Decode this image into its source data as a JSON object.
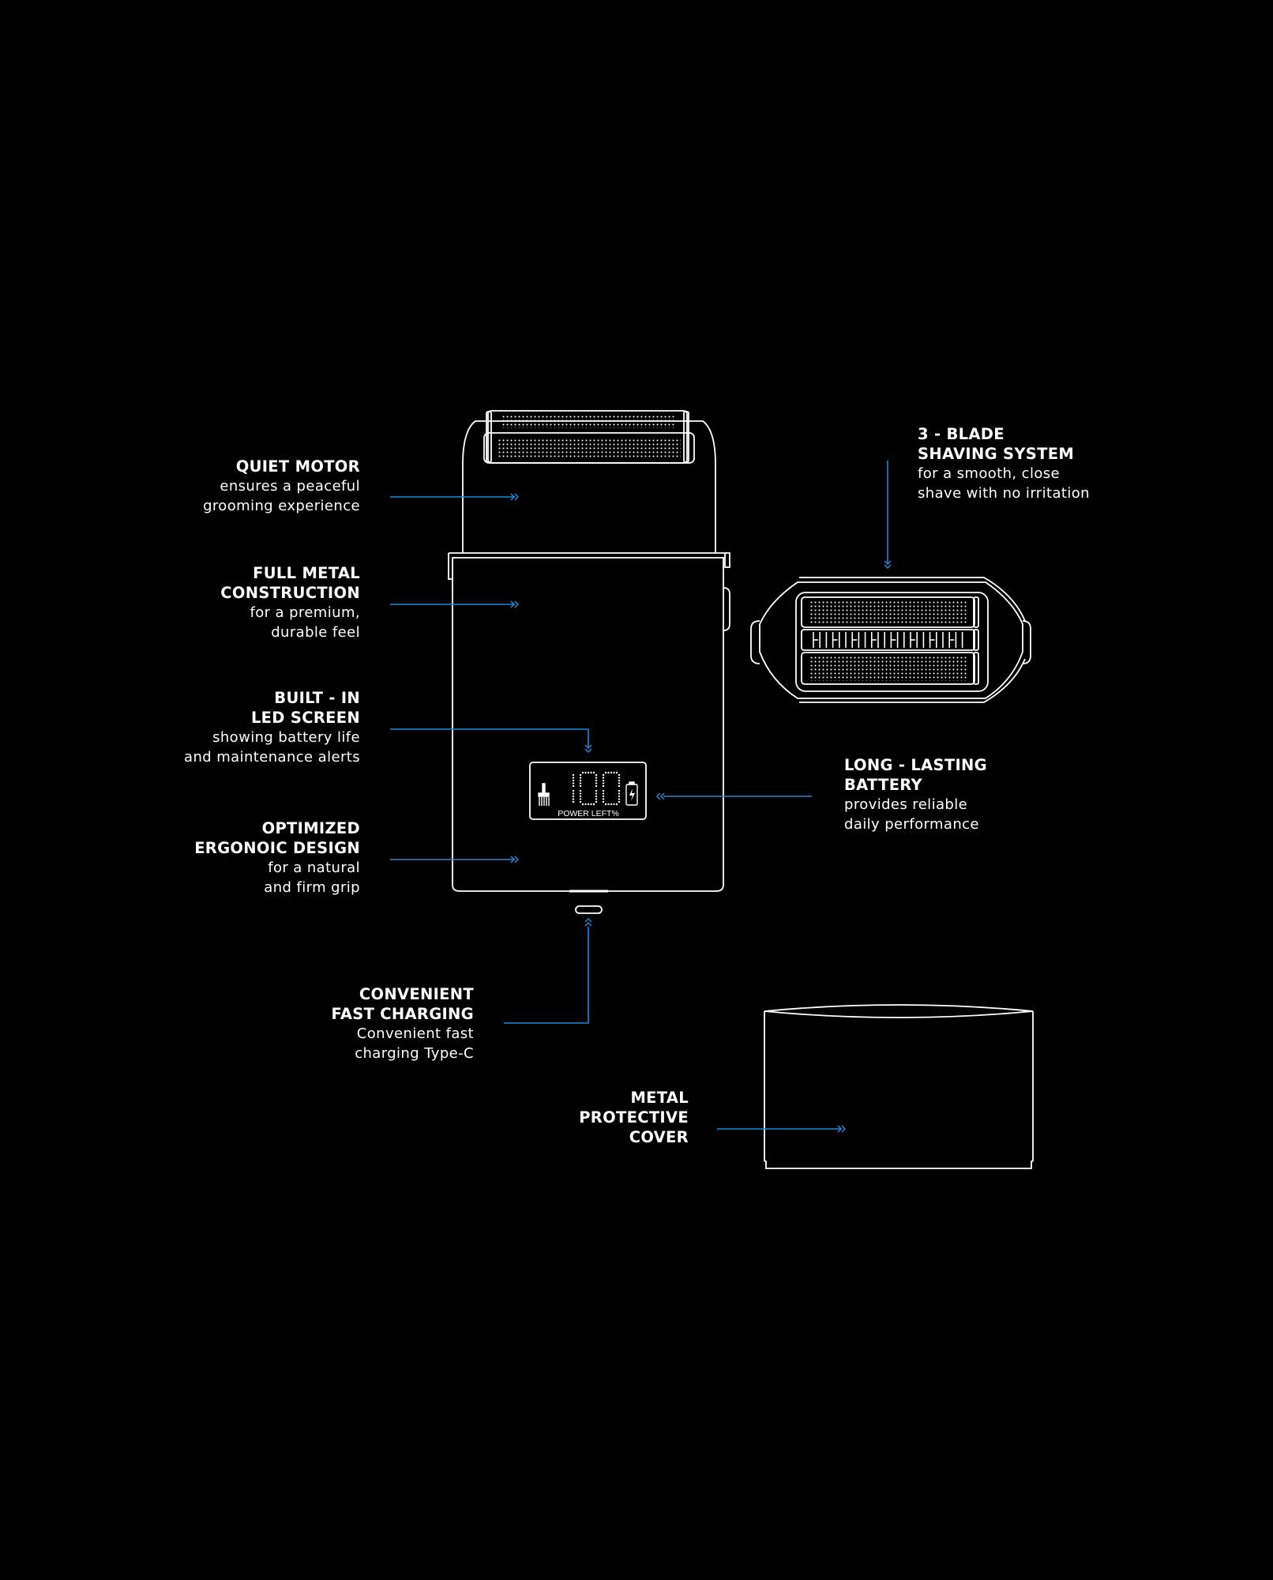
{
  "colors": {
    "background": "#000000",
    "line_art": "#ffffff",
    "accent": "#1e88d6"
  },
  "callouts": {
    "quiet_motor": {
      "title": [
        "QUIET MOTOR"
      ],
      "desc": [
        "ensures a peaceful",
        "grooming experience"
      ]
    },
    "full_metal": {
      "title": [
        "FULL METAL",
        "CONSTRUCTION"
      ],
      "desc": [
        "for a premium,",
        "durable feel"
      ]
    },
    "led_screen": {
      "title": [
        "BUILT - IN",
        "LED SCREEN"
      ],
      "desc": [
        "showing battery life",
        "and maintenance alerts"
      ]
    },
    "ergonomic": {
      "title": [
        "OPTIMIZED",
        "ERGONOIC DESIGN"
      ],
      "desc": [
        "for a natural",
        "and firm grip"
      ]
    },
    "fast_charging": {
      "title": [
        "CONVENIENT",
        "FAST CHARGING"
      ],
      "desc": [
        "Convenient fast",
        "charging Type-C"
      ]
    },
    "blade_system": {
      "title": [
        "3 - BLADE",
        "SHAVING SYSTEM"
      ],
      "desc": [
        "for a smooth, close",
        "shave with no irritation"
      ]
    },
    "battery": {
      "title": [
        "LONG - LASTING",
        "BATTERY"
      ],
      "desc": [
        "provides reliable",
        "daily performance"
      ]
    },
    "cover": {
      "title": [
        "METAL",
        "PROTECTIVE",
        "COVER"
      ],
      "desc": []
    }
  },
  "screen": {
    "value": "100",
    "caption": "POWER LEFT%"
  },
  "icons": [
    "brush-icon",
    "battery-charging-icon",
    "usb-c-port-icon",
    "chevron-arrow-icon"
  ]
}
